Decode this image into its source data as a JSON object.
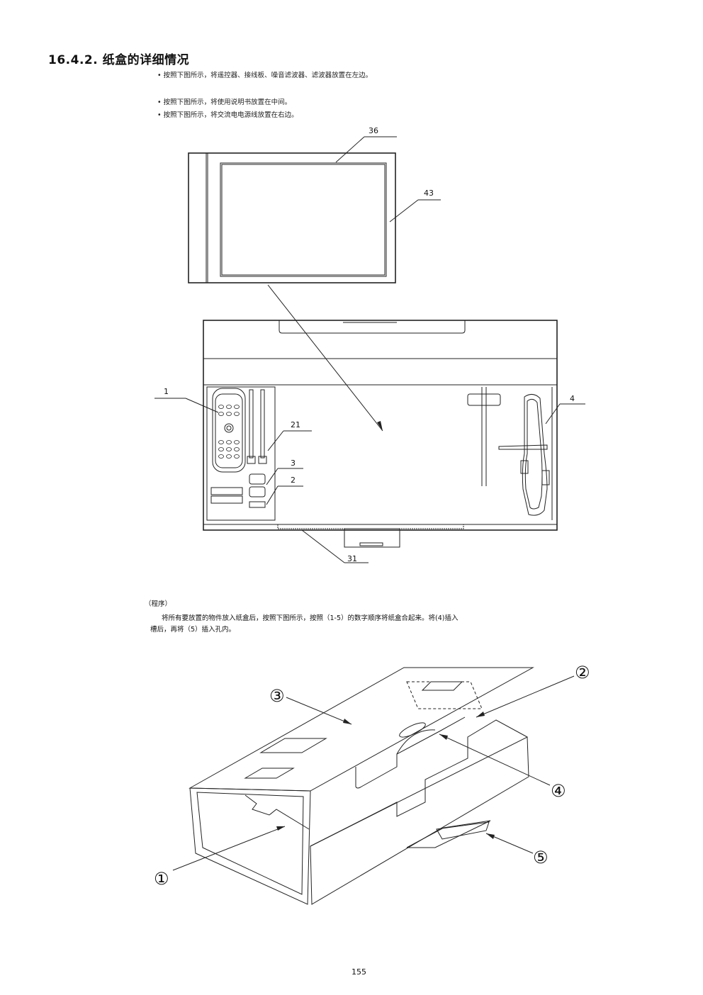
{
  "section": {
    "title": "16.4.2.  纸盒的详细情况"
  },
  "notes": [
    "按照下图所示，将遥控器、接线板、噪音滤波器、滤波器放置在左边。",
    "按照下图所示，将使用说明书放置在中间。",
    "按照下图所示，将交流电电源线放置在右边。"
  ],
  "diagram1": {
    "labels": {
      "p36": "36",
      "p43": "43",
      "p1": "1",
      "p21": "21",
      "p3": "3",
      "p2": "2",
      "p4": "4",
      "p31": "31"
    }
  },
  "procedure": {
    "heading": "（程序）",
    "line1": "将所有要放置的物件放入纸盒后，按照下图所示，按照（1-5）的数字顺序将纸盒合起来。将(4)插入",
    "line2": "槽后，再将（5）插入孔内。"
  },
  "diagram2": {
    "steps": {
      "s1": "①",
      "s2": "②",
      "s3": "③",
      "s4": "④",
      "s5": "⑤"
    }
  },
  "footer": {
    "page_number": "155"
  }
}
